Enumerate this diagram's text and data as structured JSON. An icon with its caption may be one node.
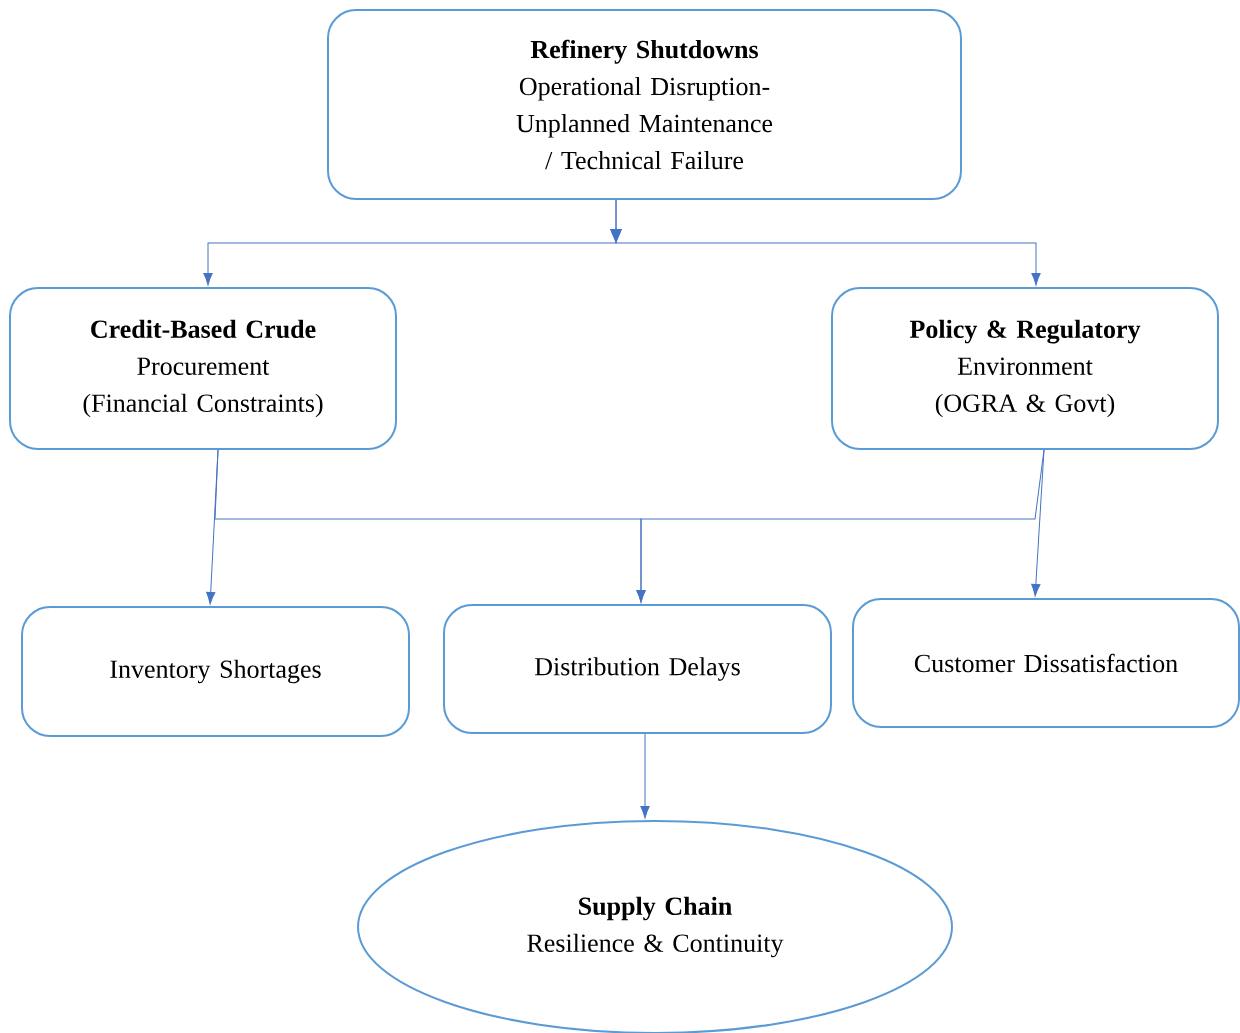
{
  "diagram": {
    "nodes": [
      {
        "text": [
          "Refinery Shutdowns",
          "Operational Disruption- Unplanned Maintenance / Technical Failure"
        ]
      },
      {
        "text": [
          "Credit-Based Crude",
          "Procurement (Financial Constraints)"
        ]
      },
      {
        "text": [
          "Policy & Regulatory",
          "Environment (OGRA & Govt)"
        ]
      },
      {
        "text": [
          "Inventory Shortages"
        ]
      },
      {
        "text": [
          "Distribution Delays"
        ]
      },
      {
        "text": [
          "Customer Dissatisfaction"
        ]
      },
      {
        "text": [
          "Supply Chain",
          "Resilience & Continuity"
        ]
      }
    ],
    "edges": [
      {
        "from": 0,
        "to": 1,
        "arrow": "to"
      },
      {
        "from": 0,
        "to": 2,
        "arrow": "to"
      },
      {
        "from": 1,
        "to": 3,
        "arrow": "to"
      },
      {
        "from": 1,
        "to": 4,
        "arrow": "to"
      },
      {
        "from": 2,
        "to": 4,
        "arrow": "to"
      },
      {
        "from": 2,
        "to": 5,
        "arrow": "to"
      },
      {
        "from": 4,
        "to": 6,
        "arrow": "to"
      }
    ]
  }
}
